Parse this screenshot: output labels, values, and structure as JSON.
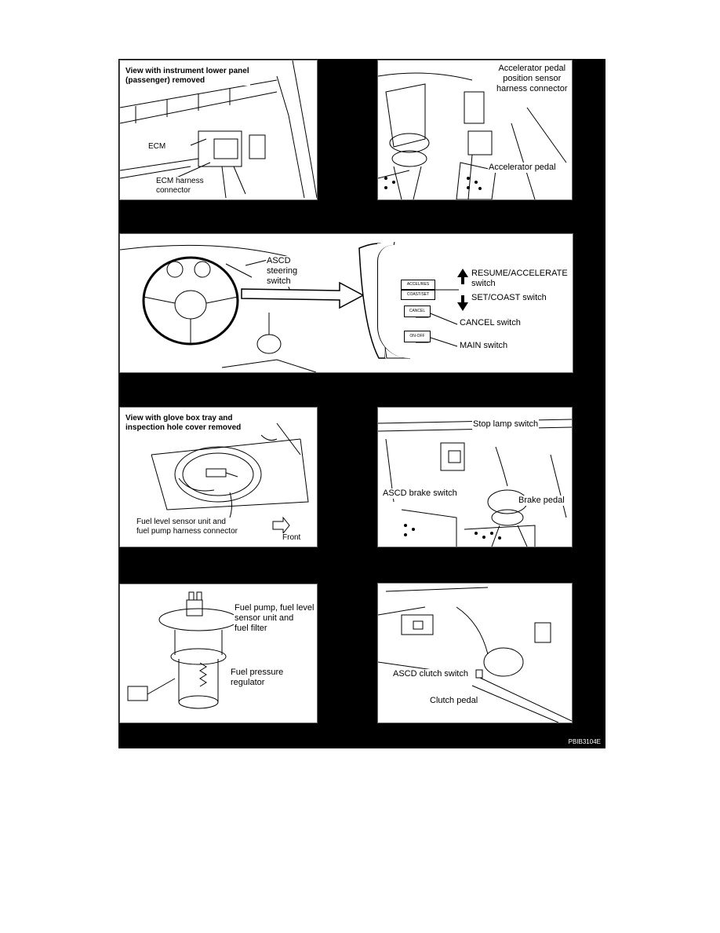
{
  "panels": {
    "ecm": {
      "caption": "View with instrument lower panel\n(passenger) removed",
      "labels": {
        "ecm": "ECM",
        "harness": "ECM harness\nconnector"
      }
    },
    "app_sensor": {
      "labels": {
        "sensor": "Accelerator pedal\nposition sensor\nharness connector",
        "pedal": "Accelerator pedal"
      }
    },
    "ascd_steering": {
      "labels": {
        "steering": "ASCD\nsteering\nswitch",
        "resume": "RESUME/ACCELERATE\nswitch",
        "set": "SET/COAST switch",
        "cancel": "CANCEL switch",
        "main": "MAIN switch"
      },
      "buttons": {
        "accel": "ACCEL/RES",
        "coast": "COAST/SET",
        "cancel": "CANCEL",
        "onoff": "ON-OFF"
      }
    },
    "fuel_level": {
      "caption": "View with glove box tray and\ninspection hole cover removed",
      "labels": {
        "connector": "Fuel level sensor unit and\nfuel pump harness connector",
        "front": "Front"
      }
    },
    "brake": {
      "labels": {
        "stop": "Stop lamp switch",
        "ascd_brake": "ASCD brake switch",
        "pedal": "Brake pedal"
      }
    },
    "fuel_pump": {
      "labels": {
        "pump": "Fuel pump, fuel level\nsensor unit and\nfuel filter",
        "regulator": "Fuel pressure\nregulator"
      }
    },
    "clutch": {
      "labels": {
        "clutch_switch": "ASCD clutch switch",
        "pedal": "Clutch pedal"
      }
    }
  },
  "figure_code": "PBIB3104E"
}
